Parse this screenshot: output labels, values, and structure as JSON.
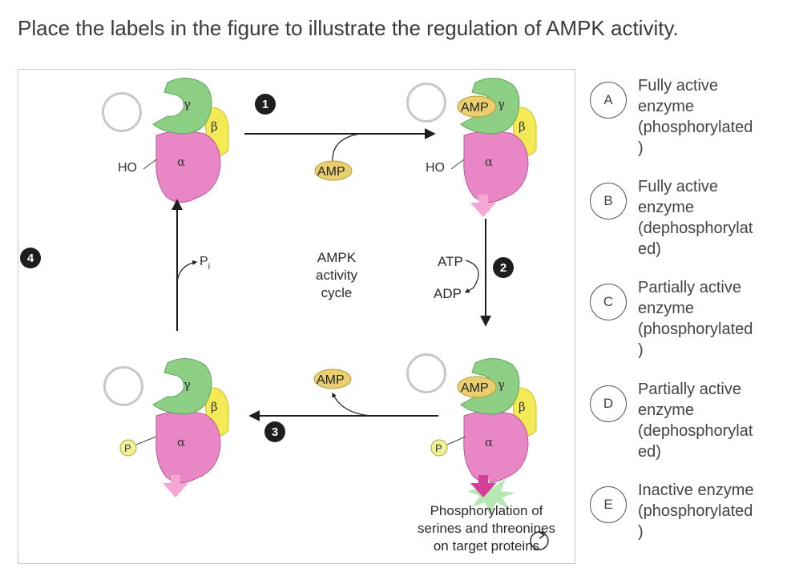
{
  "question": "Place the labels in the figure to illustrate the regulation of AMPK activity.",
  "figure": {
    "center_label": [
      "AMPK",
      "activity",
      "cycle"
    ],
    "steps": [
      "1",
      "2",
      "3",
      "4"
    ],
    "amp_label": "AMP",
    "ho_label": "HO",
    "p_label": "P",
    "pi_label": "P",
    "pi_sub": "i",
    "atp_label": "ATP",
    "adp_label": "ADP",
    "alpha": "α",
    "beta": "β",
    "gamma": "γ",
    "caption": [
      "Phosphorylation of",
      "serines and threonines",
      "on target proteins"
    ]
  },
  "answers": [
    {
      "letter": "A",
      "text": "Fully active enzyme (phosphorylated)"
    },
    {
      "letter": "B",
      "text": "Fully active enzyme (dephosphorylated)"
    },
    {
      "letter": "C",
      "text": "Partially active enzyme (phosphorylated)"
    },
    {
      "letter": "D",
      "text": "Partially active enzyme (dephosphorylated)"
    },
    {
      "letter": "E",
      "text": "Inactive enzyme (phosphorylated)"
    }
  ],
  "colors": {
    "alpha": "#e986c5",
    "beta": "#f4ea55",
    "gamma": "#8ecf86",
    "amp": "#e9cf6f",
    "phosphate": "#f3f09a",
    "arrow_pink": "#f4a7d3",
    "arrow_magenta": "#d43f9a",
    "burst": "#b7e7b3"
  }
}
